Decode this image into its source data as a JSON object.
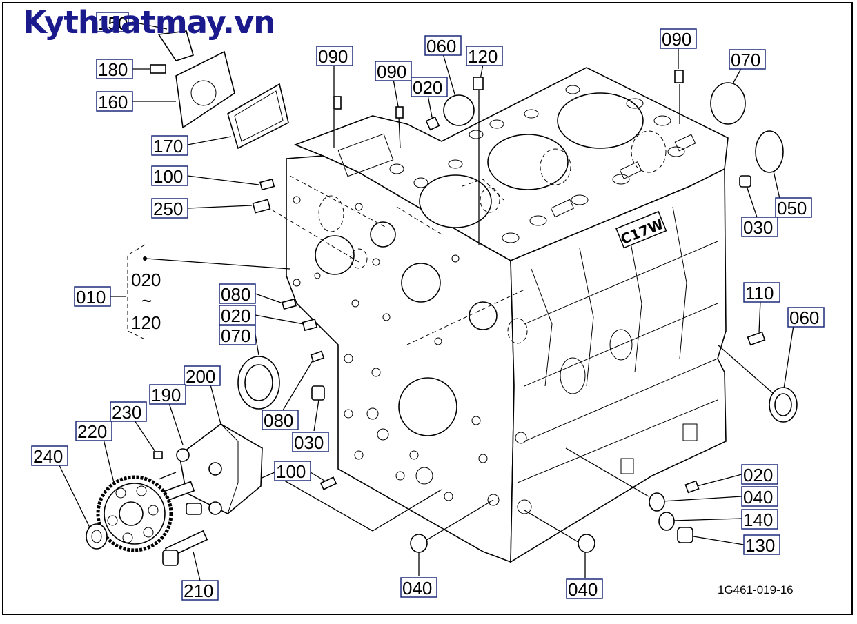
{
  "watermark": "Kythuatmay.vn",
  "diagram_code": "1G461-019-16",
  "labels": {
    "p150": "150",
    "p180": "180",
    "p160": "160",
    "p170": "170",
    "p100a": "100",
    "p250": "250",
    "p010": "010",
    "p020_range": "020",
    "tilde": "~",
    "p120_range": "120",
    "p080a": "080",
    "p020a": "020",
    "p070a": "070",
    "p080b": "080",
    "p030a": "030",
    "p200": "200",
    "p190": "190",
    "p230": "230",
    "p220": "220",
    "p240": "240",
    "p210": "210",
    "p100b": "100",
    "p040a": "040",
    "p040b": "040",
    "p090a": "090",
    "p090b": "090",
    "p020b": "020",
    "p060a": "060",
    "p120": "120",
    "p090c": "090",
    "p070b": "070",
    "p050": "050",
    "p030b": "030",
    "p110": "110",
    "p060b": "060",
    "p020c": "020",
    "p040c": "040",
    "p140": "140",
    "p130": "130"
  },
  "block_marking": "C17W",
  "colors": {
    "watermark": "#1a1a8c",
    "label_border": "#1c2a7a"
  }
}
